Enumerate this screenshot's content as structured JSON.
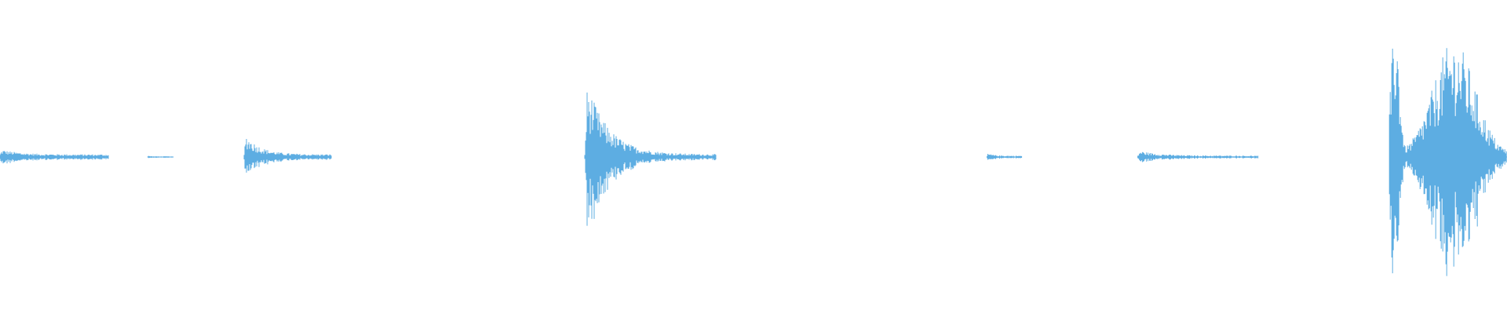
{
  "waveform": {
    "color": "#5DADE2",
    "background": "#ffffff",
    "segments": [
      {
        "name": "segment-1",
        "start": 0.0,
        "end": 0.072,
        "peak": 0.06,
        "baseline": 0.02
      },
      {
        "name": "segment-2",
        "start": 0.098,
        "end": 0.115,
        "peak": 0.01,
        "baseline": 0.005
      },
      {
        "name": "segment-3",
        "start": 0.162,
        "end": 0.22,
        "peak": 0.19,
        "baseline": 0.02
      },
      {
        "name": "segment-4",
        "start": 0.388,
        "end": 0.475,
        "peak": 0.62,
        "baseline": 0.02
      },
      {
        "name": "segment-5",
        "start": 0.655,
        "end": 0.678,
        "peak": 0.03,
        "baseline": 0.01
      },
      {
        "name": "segment-6",
        "start": 0.755,
        "end": 0.835,
        "peak": 0.05,
        "baseline": 0.01
      },
      {
        "name": "segment-7",
        "start": 0.922,
        "end": 1.0,
        "peak": 1.0,
        "baseline": 0.02
      }
    ]
  }
}
